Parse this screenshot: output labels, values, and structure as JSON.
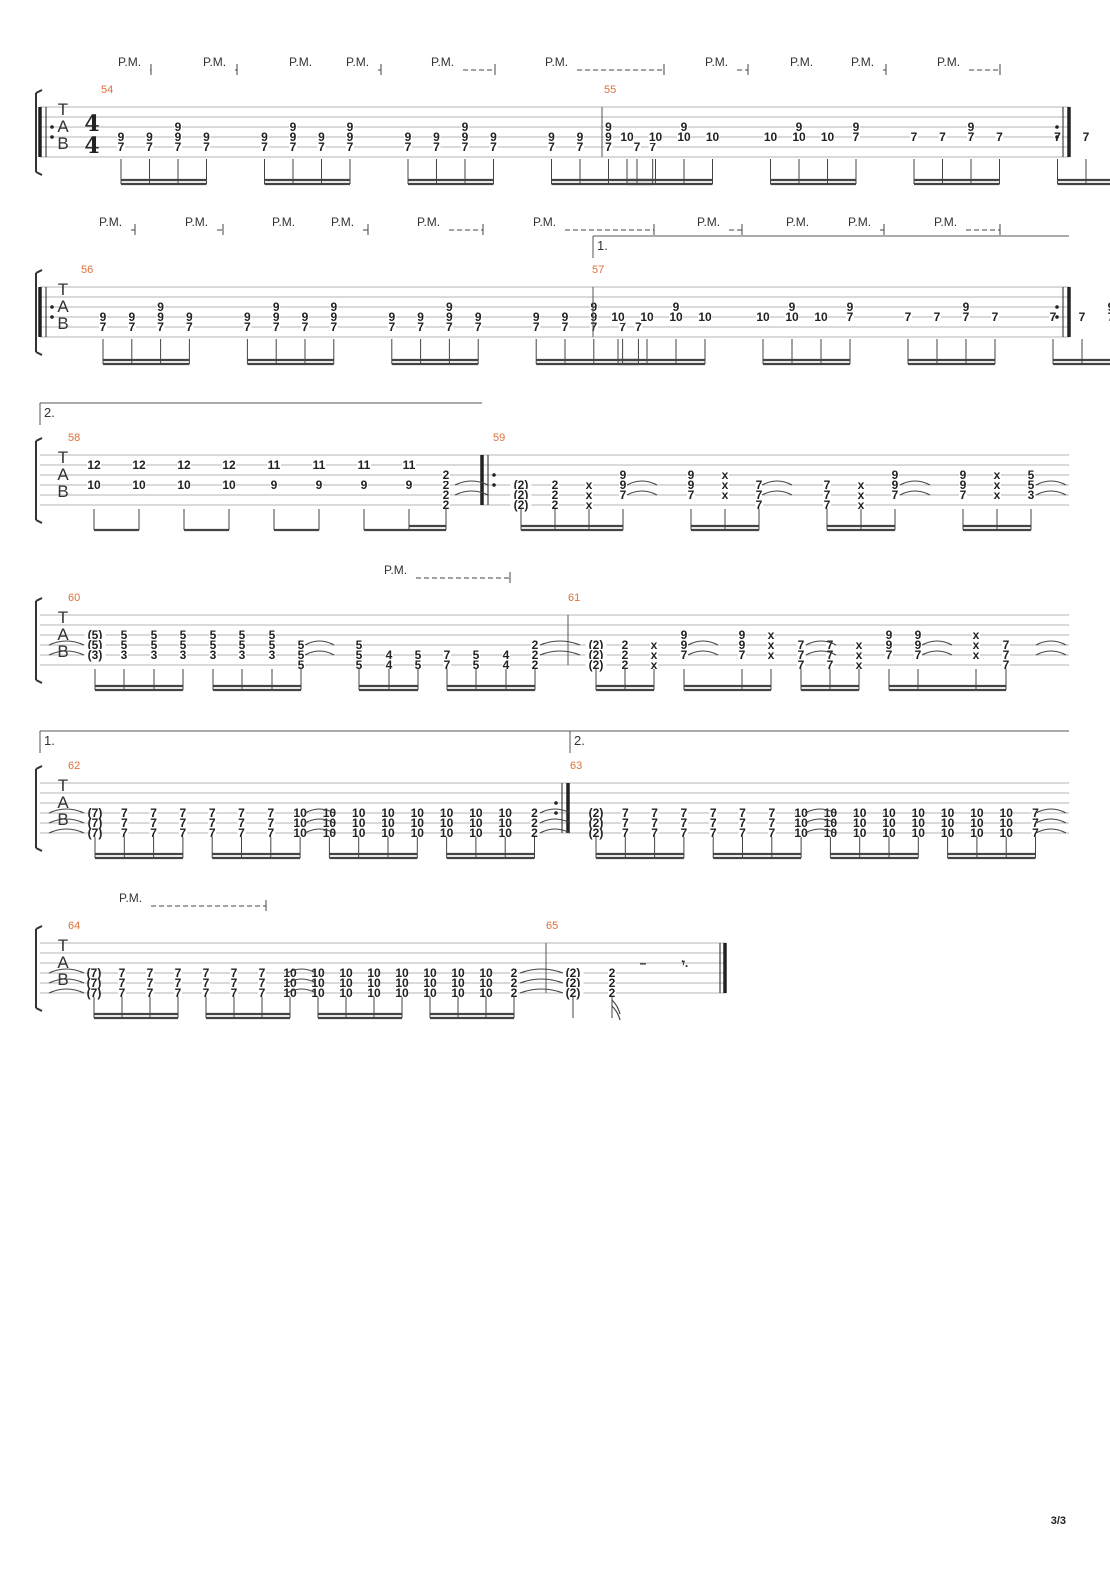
{
  "page_number": "3/3",
  "tab_clef": [
    "T",
    "A",
    "B"
  ],
  "time_signature": {
    "top": "4",
    "bottom": "4"
  },
  "palm_mute_label": "P.M.",
  "rest_symbols": {
    "half": "–",
    "eighth_dotted": "𝄾."
  },
  "systems": [
    {
      "bars": [
        {
          "number": "54",
          "groups": [
            [
              {
                "s4": "9",
                "s5": "7"
              },
              {
                "s4": "9",
                "s5": "7"
              },
              {
                "s3": "9",
                "s4": "9",
                "s5": "7"
              },
              {
                "s4": "9",
                "s5": "7"
              }
            ],
            [
              {
                "s4": "9",
                "s5": "7"
              },
              {
                "s3": "9",
                "s4": "9",
                "s5": "7"
              },
              {
                "s4": "9",
                "s5": "7"
              },
              {
                "s3": "9",
                "s4": "9",
                "s5": "7"
              }
            ],
            [
              {
                "s4": "9",
                "s5": "7"
              },
              {
                "s4": "9",
                "s5": "7"
              },
              {
                "s3": "9",
                "s4": "9",
                "s5": "7"
              },
              {
                "s4": "9",
                "s5": "7"
              }
            ],
            [
              {
                "s4": "9",
                "s5": "7"
              },
              {
                "s4": "9",
                "s5": "7"
              },
              {
                "s3": "9",
                "s4": "9",
                "s5": "7"
              },
              {
                "s5": "7"
              },
              {
                "s5": "7"
              }
            ]
          ]
        },
        {
          "number": "55",
          "groups": [
            [
              {
                "s4": "10"
              },
              {
                "s4": "10"
              },
              {
                "s3": "9",
                "s4": "10"
              },
              {
                "s4": "10"
              }
            ],
            [
              {
                "s4": "10"
              },
              {
                "s3": "9",
                "s4": "10"
              },
              {
                "s4": "10"
              },
              {
                "s3": "9",
                "s4": "7"
              }
            ],
            [
              {
                "s4": "7"
              },
              {
                "s4": "7"
              },
              {
                "s3": "9",
                "s4": "7"
              },
              {
                "s4": "7"
              }
            ],
            [
              {
                "s4": "7"
              },
              {
                "s4": "7"
              },
              {
                "s3": "9",
                "s4": "7"
              }
            ]
          ]
        }
      ]
    },
    {
      "volta": "1.",
      "bars": [
        {
          "number": "56",
          "groups": [
            [
              {
                "s4": "9",
                "s5": "7"
              },
              {
                "s4": "9",
                "s5": "7"
              },
              {
                "s3": "9",
                "s4": "9",
                "s5": "7"
              },
              {
                "s4": "9",
                "s5": "7"
              }
            ],
            [
              {
                "s4": "9",
                "s5": "7"
              },
              {
                "s3": "9",
                "s4": "9",
                "s5": "7"
              },
              {
                "s4": "9",
                "s5": "7"
              },
              {
                "s3": "9",
                "s4": "9",
                "s5": "7"
              }
            ],
            [
              {
                "s4": "9",
                "s5": "7"
              },
              {
                "s4": "9",
                "s5": "7"
              },
              {
                "s3": "9",
                "s4": "9",
                "s5": "7"
              },
              {
                "s4": "9",
                "s5": "7"
              }
            ],
            [
              {
                "s4": "9",
                "s5": "7"
              },
              {
                "s4": "9",
                "s5": "7"
              },
              {
                "s3": "9",
                "s4": "9",
                "s5": "7"
              },
              {
                "s5": "7"
              },
              {
                "s5": "7"
              }
            ]
          ]
        },
        {
          "number": "57",
          "groups": [
            [
              {
                "s4": "10"
              },
              {
                "s4": "10"
              },
              {
                "s3": "9",
                "s4": "10"
              },
              {
                "s4": "10"
              }
            ],
            [
              {
                "s4": "10"
              },
              {
                "s3": "9",
                "s4": "10"
              },
              {
                "s4": "10"
              },
              {
                "s3": "9",
                "s4": "7"
              }
            ],
            [
              {
                "s4": "7"
              },
              {
                "s4": "7"
              },
              {
                "s3": "9",
                "s4": "7"
              },
              {
                "s4": "7"
              }
            ],
            [
              {
                "s4": "7"
              },
              {
                "s4": "7"
              },
              {
                "s3": "9",
                "s4": "7"
              }
            ]
          ]
        }
      ]
    },
    {
      "volta": "2.",
      "bars": [
        {
          "number": "58",
          "cells": [
            {
              "s2": "12",
              "s4": "10"
            },
            {
              "s2": "12",
              "s4": "10"
            },
            {
              "s2": "12",
              "s4": "10"
            },
            {
              "s2": "12",
              "s4": "10"
            },
            {
              "s2": "11",
              "s4": "9"
            },
            {
              "s2": "11",
              "s4": "9"
            },
            {
              "s2": "11",
              "s4": "9"
            },
            {
              "s2": "11",
              "s4": "9"
            },
            {
              "s3": "2",
              "s4": "2",
              "s5": "2",
              "s6": "2"
            }
          ]
        },
        {
          "number": "59",
          "cells": [
            {
              "s4": "(2)",
              "s5": "(2)",
              "s6": "(2)"
            },
            {
              "s4": "2",
              "s5": "2",
              "s6": "2"
            },
            {
              "s4": "x",
              "s5": "x",
              "s6": "x"
            },
            {
              "s3": "9",
              "s4": "9",
              "s5": "7"
            },
            {
              "s3": "9",
              "s4": "9",
              "s5": "7"
            },
            {
              "s3": "x",
              "s4": "x",
              "s5": "x"
            },
            {
              "s4": "7",
              "s5": "7",
              "s6": "7"
            },
            {
              "s4": "7",
              "s5": "7",
              "s6": "7"
            },
            {
              "s4": "x",
              "s5": "x",
              "s6": "x"
            },
            {
              "s3": "9",
              "s4": "9",
              "s5": "7"
            },
            {
              "s3": "9",
              "s4": "9",
              "s5": "7"
            },
            {
              "s3": "x",
              "s4": "x",
              "s5": "x"
            },
            {
              "s3": "5",
              "s4": "5",
              "s5": "3"
            }
          ]
        }
      ]
    },
    {
      "bars": [
        {
          "number": "60",
          "cells": [
            {
              "s3": "(5)",
              "s4": "(5)",
              "s5": "(3)"
            },
            {
              "s3": "5",
              "s4": "5",
              "s5": "3"
            },
            {
              "s3": "5",
              "s4": "5",
              "s5": "3"
            },
            {
              "s3": "5",
              "s4": "5",
              "s5": "3"
            },
            {
              "s3": "5",
              "s4": "5",
              "s5": "3"
            },
            {
              "s3": "5",
              "s4": "5",
              "s5": "3"
            },
            {
              "s3": "5",
              "s4": "5",
              "s5": "3"
            },
            {
              "s4": "5",
              "s5": "5",
              "s6": "5"
            },
            {
              "s4": "5",
              "s5": "5",
              "s6": "5"
            },
            {
              "s5": "4",
              "s6": "4"
            },
            {
              "s5": "5",
              "s6": "5"
            },
            {
              "s5": "7",
              "s6": "7"
            },
            {
              "s5": "5",
              "s6": "5"
            },
            {
              "s5": "4",
              "s6": "4"
            },
            {
              "s4": "2",
              "s5": "2",
              "s6": "2"
            }
          ]
        },
        {
          "number": "61",
          "cells": [
            {
              "s4": "(2)",
              "s5": "(2)",
              "s6": "(2)"
            },
            {
              "s4": "2",
              "s5": "2",
              "s6": "2"
            },
            {
              "s4": "x",
              "s5": "x",
              "s6": "x"
            },
            {
              "s3": "9",
              "s4": "9",
              "s5": "7"
            },
            {
              "s3": "9",
              "s4": "9",
              "s5": "7"
            },
            {
              "s3": "x",
              "s4": "x",
              "s5": "x"
            },
            {
              "s4": "7",
              "s5": "7",
              "s6": "7"
            },
            {
              "s4": "7",
              "s5": "7",
              "s6": "7"
            },
            {
              "s4": "x",
              "s5": "x",
              "s6": "x"
            },
            {
              "s3": "9",
              "s4": "9",
              "s5": "7"
            },
            {
              "s3": "9",
              "s4": "9",
              "s5": "7"
            },
            {
              "s3": "x",
              "s4": "x",
              "s5": "x"
            },
            {
              "s4": "7",
              "s5": "7",
              "s6": "7"
            }
          ]
        }
      ]
    },
    {
      "voltas": [
        "1.",
        "2."
      ],
      "bars": [
        {
          "number": "62",
          "first": {
            "s4": "(7)",
            "s5": "(7)",
            "s6": "(7)"
          },
          "repeat": "7",
          "high": "10",
          "low": "2"
        },
        {
          "number": "63",
          "first": {
            "s4": "(2)",
            "s5": "(2)",
            "s6": "(2)"
          },
          "repeat": "7",
          "high": "10",
          "low": "7"
        }
      ]
    },
    {
      "bars": [
        {
          "number": "64",
          "first": {
            "s4": "(7)",
            "s5": "(7)",
            "s6": "(7)"
          },
          "repeat": "7",
          "high": "10",
          "low": "2"
        },
        {
          "number": "65",
          "cells": [
            {
              "s4": "(2)",
              "s5": "(2)",
              "s6": "(2)"
            },
            {
              "s4": "2",
              "s5": "2",
              "s6": "2"
            }
          ]
        }
      ]
    }
  ]
}
